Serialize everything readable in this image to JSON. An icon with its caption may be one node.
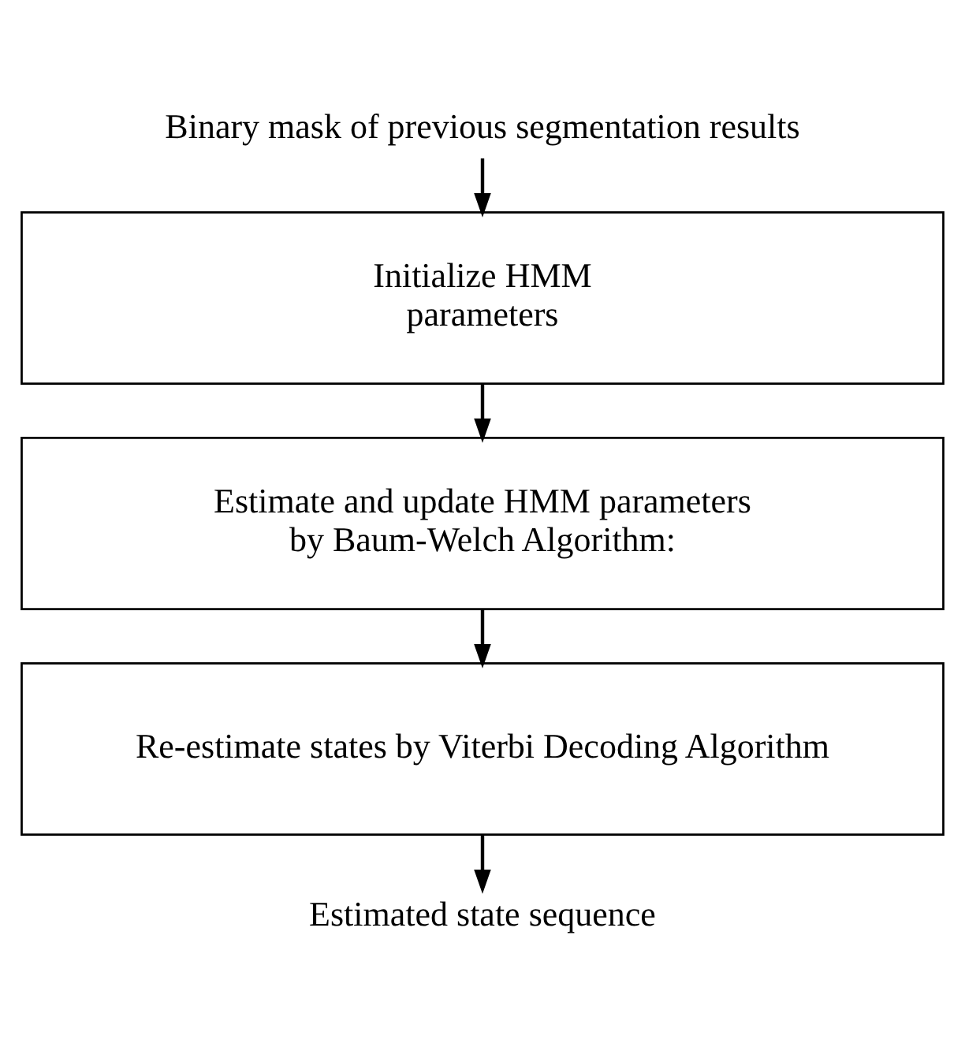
{
  "diagram": {
    "nodes": [
      {
        "text": [
          "Binary mask of previous segmentation results"
        ]
      },
      {
        "text": [
          "Initialize HMM parameters"
        ]
      },
      {
        "text": [
          "Estimate and update HMM parameters by Baum-Welch Algorithm:"
        ]
      },
      {
        "text": [
          "Re-estimate states by Viterbi Decoding Algorithm"
        ]
      },
      {
        "text": [
          "Estimated state sequence"
        ]
      }
    ],
    "edges": [
      {
        "from": 0,
        "to": 1,
        "arrow": "to"
      },
      {
        "from": 1,
        "to": 2,
        "arrow": "to"
      },
      {
        "from": 2,
        "to": 3,
        "arrow": "to"
      },
      {
        "from": 3,
        "to": 4,
        "arrow": "to"
      }
    ]
  }
}
